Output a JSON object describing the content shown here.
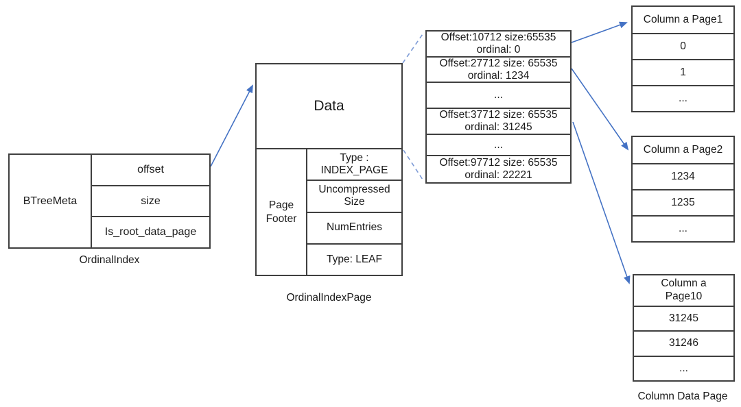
{
  "colors": {
    "arrow_blue": "#4472C4",
    "dashed_blue": "#7C9AD6",
    "box_line": "#3F3F3F"
  },
  "ordinal_index": {
    "label": "OrdinalIndex",
    "meta": "BTreeMeta",
    "fields": [
      "offset",
      "size",
      "Is_root_data_page"
    ]
  },
  "ordinal_index_page": {
    "label": "OrdinalIndexPage",
    "data": "Data",
    "footer": "Page Footer",
    "footer_rows": [
      "Type :\nINDEX_PAGE",
      "Uncompressed\nSize",
      "NumEntries",
      "Type: LEAF"
    ]
  },
  "index_entries": {
    "rows": [
      "Offset:10712 size:65535\nordinal: 0",
      "Offset:27712 size: 65535\nordinal: 1234",
      "...",
      "Offset:37712 size: 65535\nordinal: 31245",
      "...",
      "Offset:97712 size: 65535\nordinal: 22221"
    ]
  },
  "column_pages": {
    "label": "Column Data Page",
    "pages": [
      {
        "title": "Column a Page1",
        "rows": [
          "0",
          "1",
          "..."
        ]
      },
      {
        "title": "Column a Page2",
        "rows": [
          "1234",
          "1235",
          "..."
        ]
      },
      {
        "title": "Column a\nPage10",
        "rows": [
          "31245",
          "31246",
          "..."
        ]
      }
    ]
  }
}
